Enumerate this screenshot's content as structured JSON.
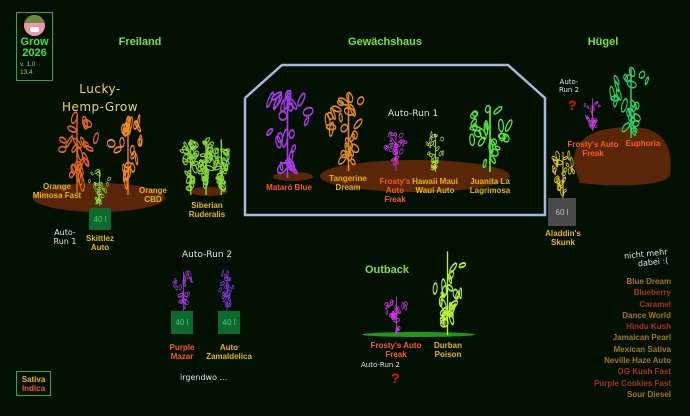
{
  "app": {
    "name_line1": "Grow",
    "name_line2": "2026",
    "version": "v. 1.0",
    "date": "13.4."
  },
  "colors": {
    "sativa": "#e8b800",
    "indica": "#ff5a14",
    "soil": "#5a2608",
    "greenhouse_frame": "#a8b8dc",
    "pot": "#0d6a2c",
    "outback_ground": "#1e9a14"
  },
  "areas": {
    "freiland": "Freiland",
    "gewaechshaus": "Gewächshaus",
    "huegel": "Hügel",
    "outback": "Outback"
  },
  "freiland": {
    "heading": "Lucky-Hemp-Grow",
    "plants": [
      {
        "name": "Orange Mimosa Fast",
        "type": "sativa",
        "color": "#e8661a"
      },
      {
        "name": "Orange CBD",
        "type": "sativa",
        "color": "#ff8a1a"
      },
      {
        "name": "Skittlez Auto",
        "type": "sativa",
        "color": "#8ae83a",
        "pot": "40 l"
      },
      {
        "name": "Siberian Ruderalis",
        "type": "sativa",
        "color": "#8ad63a"
      }
    ],
    "run_label": "Auto-Run 1"
  },
  "greenhouse": {
    "run_label": "Auto-Run 1",
    "plants": [
      {
        "name": "Mataró Blue",
        "type": "indica",
        "color": "#a83ae8"
      },
      {
        "name": "Tangerine Dream",
        "type": "sativa",
        "color": "#e88a1a"
      },
      {
        "name": "Frosty's Auto Freak",
        "type": "indica",
        "color": "#d43ae8"
      },
      {
        "name": "Hawaii Maui Waui Auto",
        "type": "sativa",
        "color": "#b8e83a"
      },
      {
        "name": "Juanita La Lagrimosa",
        "type": "sativa",
        "color": "#5ae83a"
      }
    ]
  },
  "hill": {
    "run_label": "Auto-Run 2",
    "unknown_mark": "?",
    "plants": [
      {
        "name": "Frosty's Auto Freak",
        "type": "indica",
        "color": "#d43ae8"
      },
      {
        "name": "Euphoria",
        "type": "indica",
        "color": "#2ad46a"
      },
      {
        "name": "Aladdin's Skunk",
        "type": "sativa",
        "color": "#e8c81a",
        "pot": "60 l"
      }
    ]
  },
  "elsewhere": {
    "run_label": "Auto-Run 2",
    "note": "irgendwo ...",
    "plants": [
      {
        "name": "Purple Mazar",
        "type": "indica",
        "color": "#b03ae8",
        "pot": "40 l"
      },
      {
        "name": "Auto Zamaldelica",
        "type": "sativa",
        "color": "#8a3ae8",
        "pot": "40 l"
      }
    ]
  },
  "outback": {
    "run_label": "Auto-Run 2",
    "unknown_mark": "?",
    "plants": [
      {
        "name": "Frosty's Auto Freak",
        "type": "indica",
        "color": "#d43ae8"
      },
      {
        "name": "Durban Poison",
        "type": "sativa",
        "color": "#b8f03a"
      }
    ]
  },
  "gone": {
    "heading_line1": "nicht mehr",
    "heading_line2": "dabei :(",
    "items": [
      {
        "name": "Blue Dream",
        "type": "sativa"
      },
      {
        "name": "Blueberry",
        "type": "indica"
      },
      {
        "name": "Caramel",
        "type": "indica"
      },
      {
        "name": "Dance World",
        "type": "sativa"
      },
      {
        "name": "Hindu Kush",
        "type": "indica"
      },
      {
        "name": "Jamaican Pearl",
        "type": "sativa"
      },
      {
        "name": "Mexican Sativa",
        "type": "sativa"
      },
      {
        "name": "Neville Haze Auto",
        "type": "sativa"
      },
      {
        "name": "OG Kush Fast",
        "type": "indica"
      },
      {
        "name": "Purple Cookies Fast",
        "type": "indica"
      },
      {
        "name": "Sour Diesel",
        "type": "sativa"
      }
    ]
  },
  "legend": {
    "sativa": "Sativa",
    "indica": "Indica"
  }
}
